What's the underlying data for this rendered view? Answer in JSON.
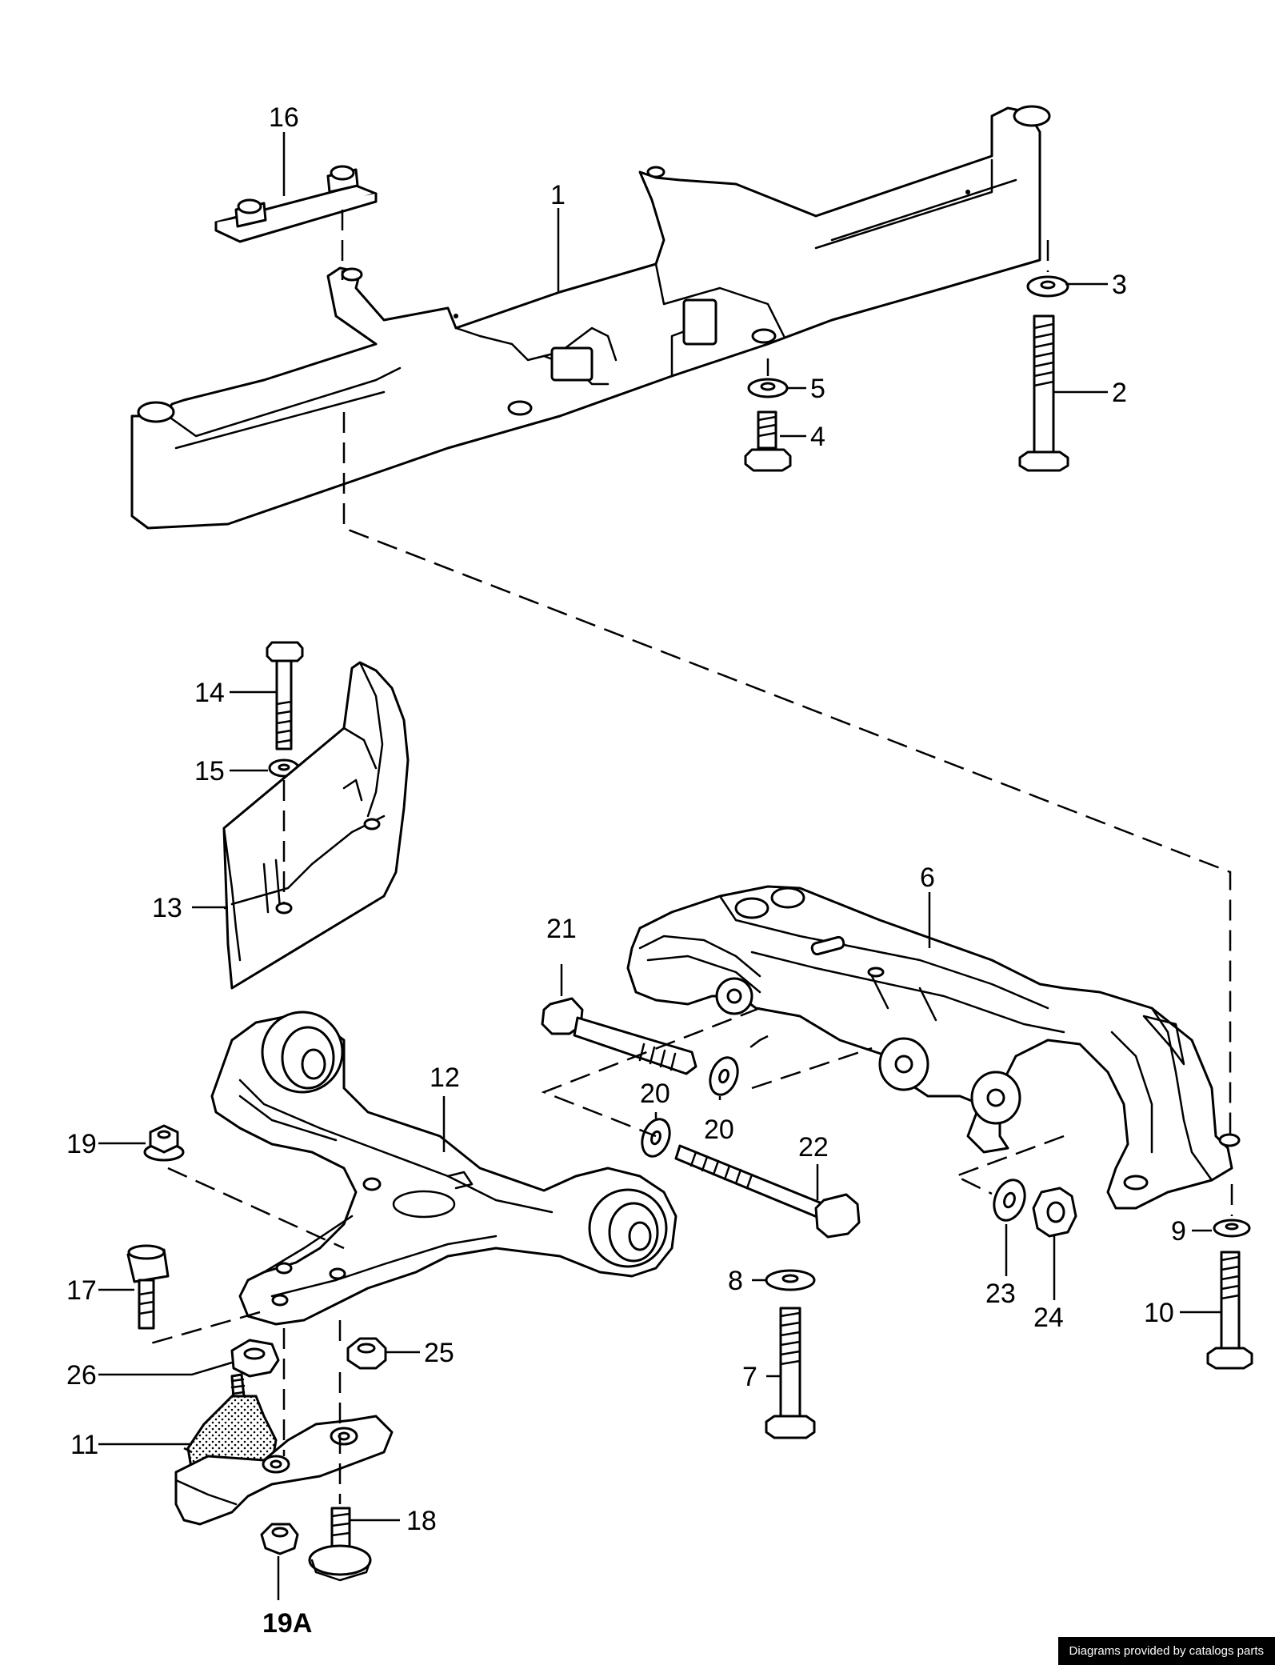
{
  "credit": "Diagrams provided by catalogs parts",
  "callouts": {
    "c1": "1",
    "c2": "2",
    "c3": "3",
    "c4": "4",
    "c5": "5",
    "c6": "6",
    "c7": "7",
    "c8": "8",
    "c9": "9",
    "c10": "10",
    "c11": "11",
    "c12": "12",
    "c13": "13",
    "c14": "14",
    "c15": "15",
    "c16": "16",
    "c17": "17",
    "c18": "18",
    "c19": "19",
    "c19a": "19A",
    "c20a": "20",
    "c20b": "20",
    "c21": "21",
    "c22": "22",
    "c23": "23",
    "c24": "24",
    "c25": "25",
    "c26": "26"
  }
}
